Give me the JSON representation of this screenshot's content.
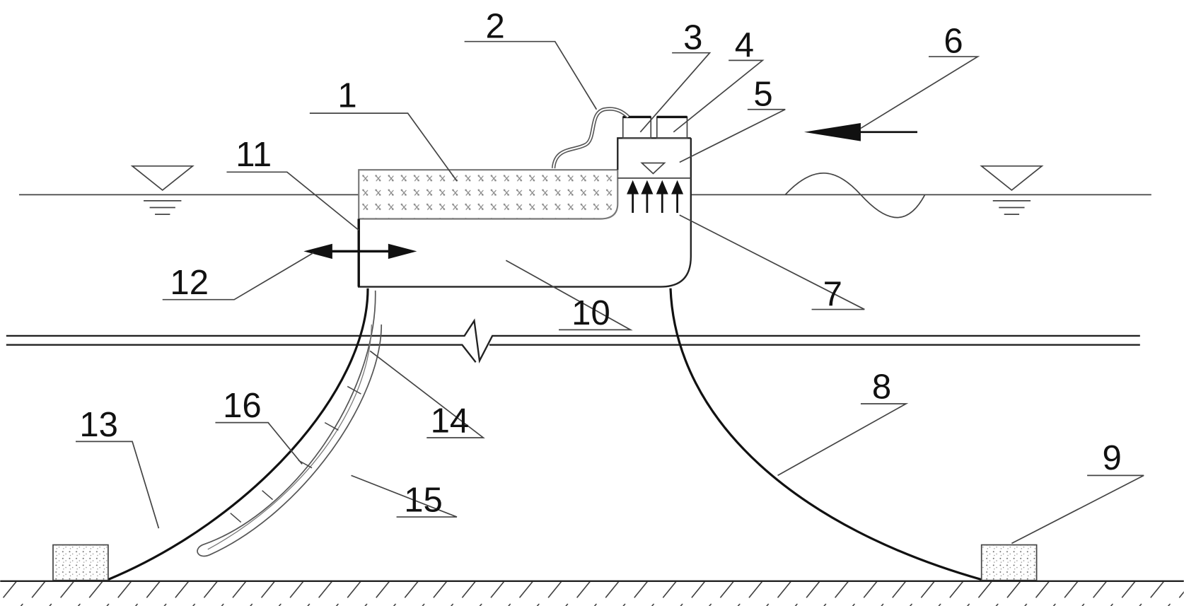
{
  "title": "Floating structure mooring diagram",
  "colors": {
    "line": "#222222",
    "background": "#ffffff"
  },
  "labels": {
    "l1": "1",
    "l2": "2",
    "l3": "3",
    "l4": "4",
    "l5": "5",
    "l6": "6",
    "l7": "7",
    "l8": "8",
    "l9": "9",
    "l10": "10",
    "l11": "11",
    "l12": "12",
    "l13": "13",
    "l14": "14",
    "l15": "15",
    "l16": "16"
  }
}
